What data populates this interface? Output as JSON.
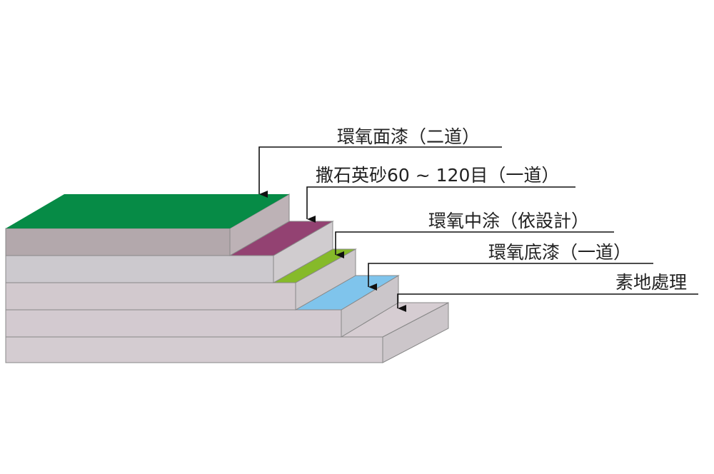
{
  "layers": [
    {
      "label": "環氧面漆（二道）",
      "color": "#068B46"
    },
    {
      "label": "撒石英砂60 ~ 120目（一道）",
      "color": "#934272"
    },
    {
      "label": "環氧中涂（依設計）",
      "color": "#86BA2A"
    },
    {
      "label": "環氧底漆（一道）",
      "color": "#7FC4EC"
    },
    {
      "label": "素地處理",
      "color": "#D6CDD2"
    }
  ],
  "colors": {
    "front_face": "#D4CCD1",
    "side_face": "#CAC4C8",
    "top_block_front": "#B3A8AC"
  }
}
